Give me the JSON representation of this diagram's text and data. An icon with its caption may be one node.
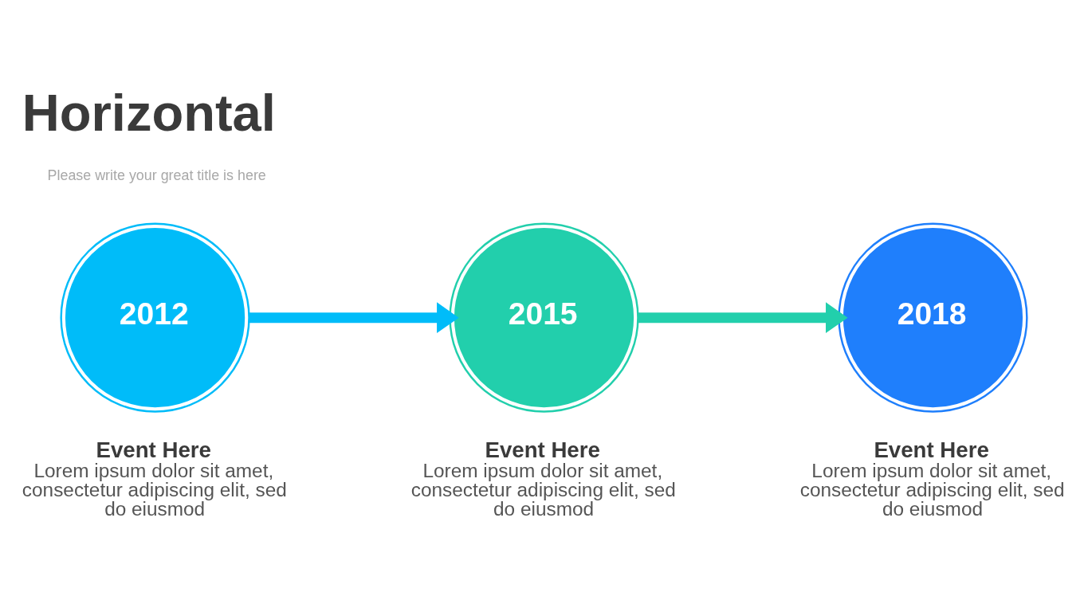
{
  "diagram": {
    "title": "Horizontal",
    "nodes": [
      {
        "text": [
          "2012"
        ],
        "beside": [
          "Event Here",
          "Lorem ipsum dolor sit amet, consectetur adipiscing elit, sed do eiusmod"
        ]
      },
      {
        "text": [
          "2015"
        ],
        "beside": [
          "Event Here",
          "Lorem ipsum dolor sit amet, consectetur adipiscing elit, sed do eiusmod"
        ]
      },
      {
        "text": [
          "2018"
        ],
        "beside": [
          "Event Here",
          "Lorem ipsum dolor sit amet, consectetur adipiscing elit, sed do eiusmod"
        ]
      }
    ],
    "edges": [
      {
        "from": 0,
        "to": 1,
        "arrow": "to",
        "color": "#00bcf9"
      },
      {
        "from": 1,
        "to": 2,
        "arrow": "to",
        "color": "#22cfac"
      }
    ],
    "labels": [
      "Please write your great title is here"
    ]
  }
}
